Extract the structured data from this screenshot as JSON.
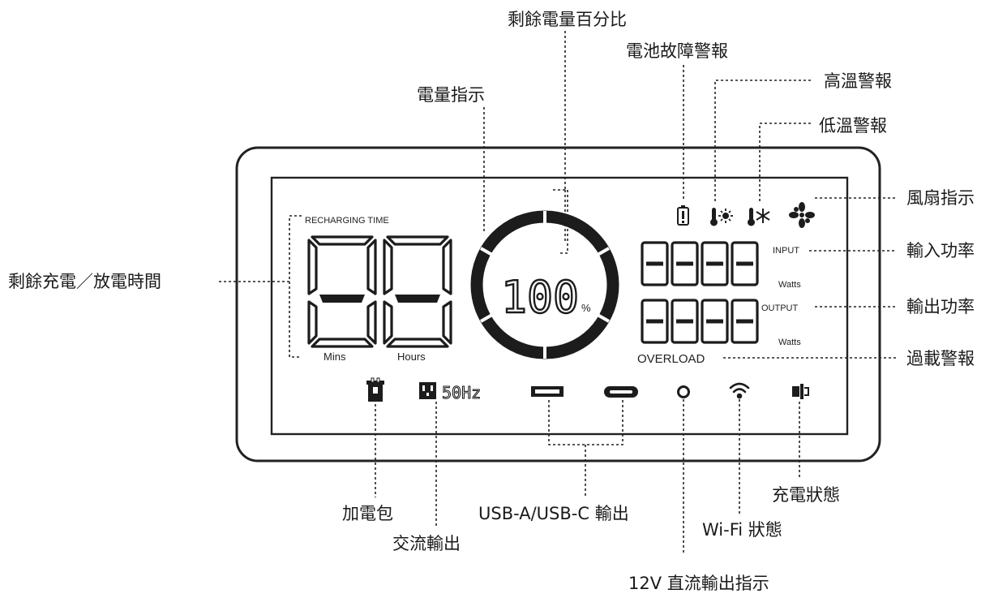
{
  "lcd": {
    "recharging_time": "RECHARGING TIME",
    "mins": "Mins",
    "hours": "Hours",
    "percent_value": "100",
    "percent_sign": "%",
    "input": "INPUT",
    "output": "OUTPUT",
    "watts_top": "Watts",
    "watts_bottom": "Watts",
    "overload": "OVERLOAD",
    "hz": "50Hz"
  },
  "callouts": {
    "remaining_percent": "剩餘電量百分比",
    "battery_fault": "電池故障警報",
    "high_temp": "高溫警報",
    "low_temp": "低溫警報",
    "fan": "風扇指示",
    "battery_level": "電量指示",
    "remaining_time": "剩餘充電／放電時間",
    "input_power": "輸入功率",
    "output_power": "輸出功率",
    "overload_alarm": "過載警報",
    "extra_battery": "加電包",
    "ac_output": "交流輸出",
    "usb_output": "USB-A/USB-C 輸出",
    "dc_output": "12V 直流輸出指示",
    "wifi": "Wi-Fi 狀態",
    "charging": "充電狀態"
  }
}
